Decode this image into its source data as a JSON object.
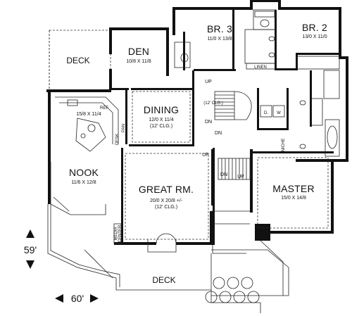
{
  "rooms": {
    "deck_top": {
      "name": "DECK"
    },
    "den": {
      "name": "DEN",
      "size": "10/8  X  11/8"
    },
    "br3": {
      "name": "BR. 3",
      "size": "11/0  X  13/8"
    },
    "br2": {
      "name": "BR. 2",
      "size": "13/0  X  11/0"
    },
    "dining": {
      "name": "DINING",
      "size": "12/0  X  11/4",
      "ceiling": "(12' CLG.)"
    },
    "kitchen": {
      "size": "15/8  X  11/4"
    },
    "nook": {
      "name": "NOOK",
      "size": "11/6  X  12/8"
    },
    "great": {
      "name": "GREAT RM.",
      "size": "20/0  X  20/8 +/-",
      "ceiling": "(12' CLG.)"
    },
    "master": {
      "name": "MASTER",
      "size": "15/0  X  14/8"
    },
    "deck_bottom": {
      "name": "DECK"
    }
  },
  "labels": {
    "linen": "LINEN",
    "up1": "UP",
    "dn1": "DN",
    "dn2": "DN",
    "up2": "UP",
    "dn3": "DN",
    "up3": "UP",
    "clg": "(12' CLG.)",
    "ref": "REF",
    "pan": "PAN",
    "desk": "DESK",
    "d": "D.",
    "w": "W",
    "niche": "NICHE",
    "media": "MEDIA",
    "center": "CENTER"
  },
  "dimensions": {
    "depth": "59'",
    "width": "60'"
  }
}
